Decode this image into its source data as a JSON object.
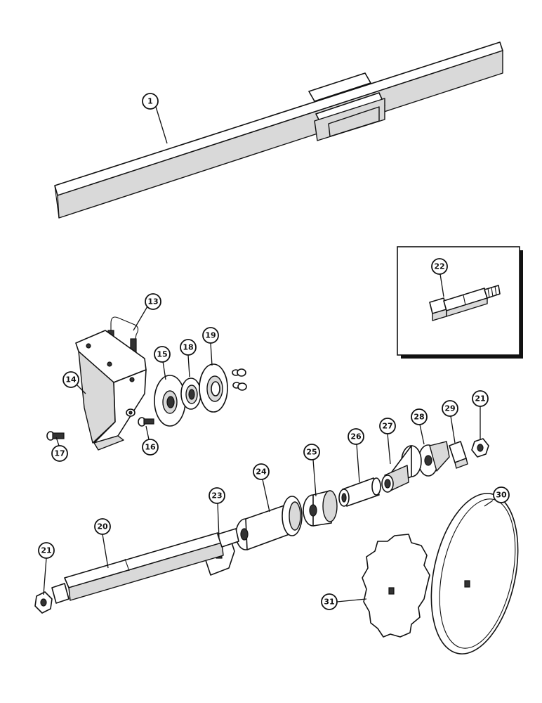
{
  "callouts": [
    {
      "id": "c1",
      "label": "1"
    },
    {
      "id": "c13",
      "label": "13"
    },
    {
      "id": "c14",
      "label": "14"
    },
    {
      "id": "c15",
      "label": "15"
    },
    {
      "id": "c18",
      "label": "18"
    },
    {
      "id": "c19",
      "label": "19"
    },
    {
      "id": "c16",
      "label": "16"
    },
    {
      "id": "c17",
      "label": "17"
    },
    {
      "id": "c22",
      "label": "22"
    },
    {
      "id": "c21a",
      "label": "21"
    },
    {
      "id": "c29",
      "label": "29"
    },
    {
      "id": "c28",
      "label": "28"
    },
    {
      "id": "c27",
      "label": "27"
    },
    {
      "id": "c26",
      "label": "26"
    },
    {
      "id": "c25",
      "label": "25"
    },
    {
      "id": "c24",
      "label": "24"
    },
    {
      "id": "c23",
      "label": "23"
    },
    {
      "id": "c20",
      "label": "20"
    },
    {
      "id": "c21b",
      "label": "21"
    },
    {
      "id": "c30",
      "label": "30"
    },
    {
      "id": "c31",
      "label": "31"
    }
  ]
}
